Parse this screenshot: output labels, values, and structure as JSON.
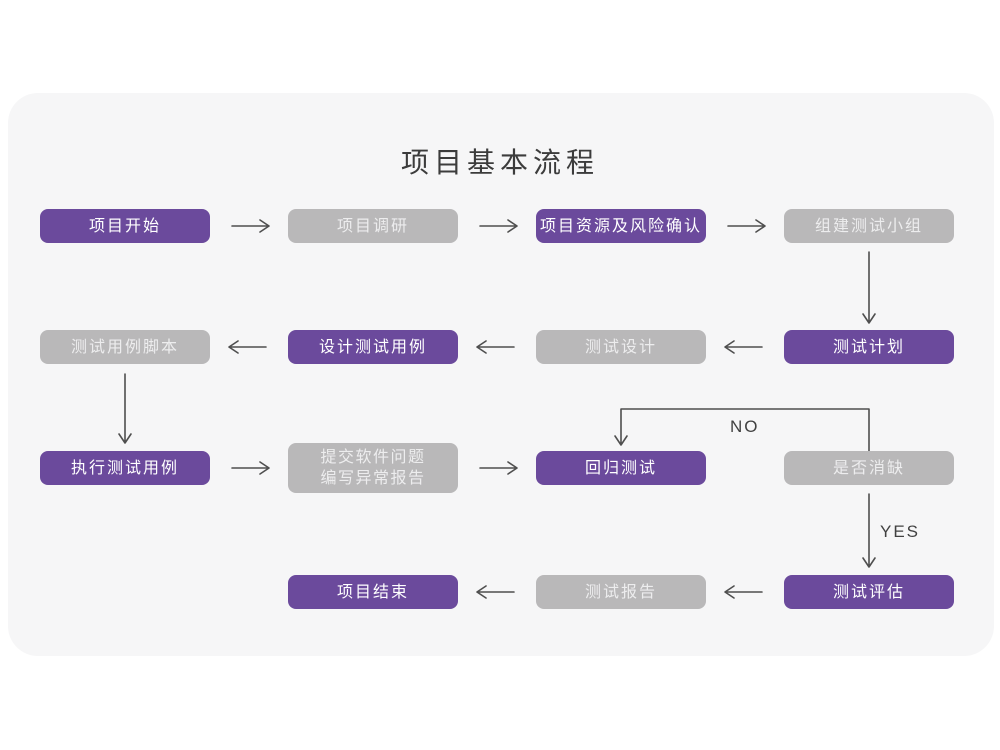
{
  "title": "项目基本流程",
  "branch_labels": {
    "no": "NO",
    "yes": "YES"
  },
  "colors": {
    "purple": "#6B4A9C",
    "gray": "#B9B8B9",
    "card_bg": "#F6F6F7",
    "arrow": "#4F4F4F",
    "title_text": "#3C3C3C",
    "label_text": "#414141"
  },
  "nodes": [
    {
      "label": "项目开始",
      "variant": "purple"
    },
    {
      "label": "项目调研",
      "variant": "gray"
    },
    {
      "label": "项目资源及风险确认",
      "variant": "purple"
    },
    {
      "label": "组建测试小组",
      "variant": "gray"
    },
    {
      "label": "测试计划",
      "variant": "purple"
    },
    {
      "label": "测试设计",
      "variant": "gray"
    },
    {
      "label": "设计测试用例",
      "variant": "purple"
    },
    {
      "label": "测试用例脚本",
      "variant": "gray"
    },
    {
      "label": "执行测试用例",
      "variant": "purple"
    },
    {
      "lines": [
        "提交软件问题",
        "编写异常报告"
      ],
      "variant": "gray"
    },
    {
      "label": "回归测试",
      "variant": "purple"
    },
    {
      "label": "是否消缺",
      "variant": "gray"
    },
    {
      "label": "测试评估",
      "variant": "purple"
    },
    {
      "label": "测试报告",
      "variant": "gray"
    },
    {
      "label": "项目结束",
      "variant": "purple"
    }
  ]
}
